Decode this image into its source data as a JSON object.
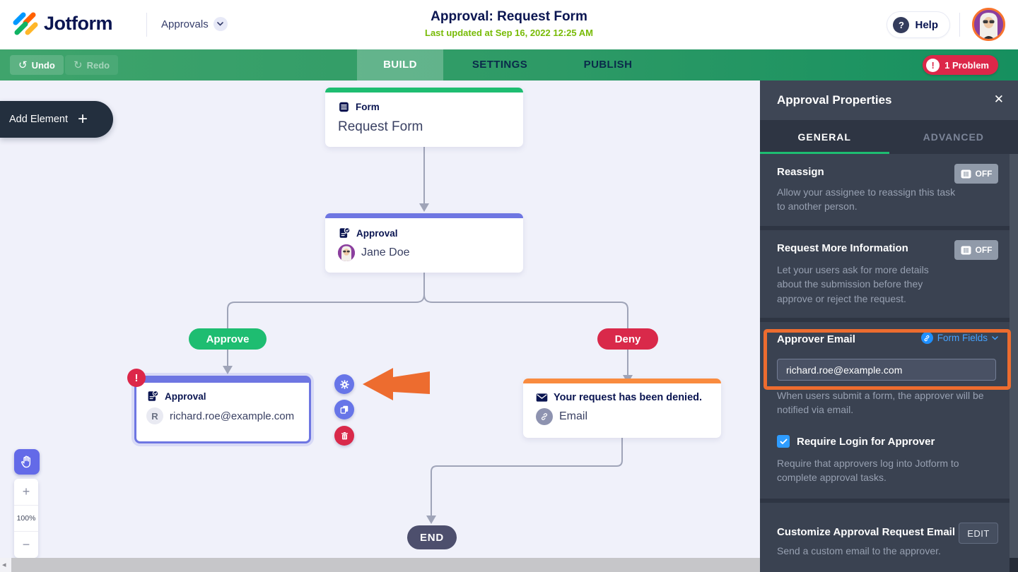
{
  "header": {
    "brand": "Jotform",
    "nav_label": "Approvals",
    "title": "Approval: Request Form",
    "subtitle": "Last updated at Sep 16, 2022 12:25 AM",
    "help_label": "Help"
  },
  "toolbar": {
    "undo_label": "Undo",
    "redo_label": "Redo",
    "tabs": [
      "BUILD",
      "SETTINGS",
      "PUBLISH"
    ],
    "problem_badge": "1 Problem"
  },
  "canvas": {
    "add_element_label": "Add Element",
    "zoom_level": "100%",
    "nodes": {
      "form": {
        "type_label": "Form",
        "title": "Request Form"
      },
      "approval_jane": {
        "type_label": "Approval",
        "assignee": "Jane Doe"
      },
      "approval_richard": {
        "type_label": "Approval",
        "assignee": "richard.roe@example.com",
        "avatar_initial": "R"
      },
      "email": {
        "title": "Your request has been denied.",
        "channel": "Email"
      }
    },
    "branches": {
      "approve": "Approve",
      "deny": "Deny"
    },
    "end_label": "END"
  },
  "panel": {
    "title": "Approval Properties",
    "tabs": {
      "general": "GENERAL",
      "advanced": "ADVANCED"
    },
    "reassign": {
      "title": "Reassign",
      "toggle": "OFF",
      "description": "Allow your assignee to reassign this task to another person."
    },
    "request_more_info": {
      "title": "Request More Information",
      "toggle": "OFF",
      "description": "Let your users ask for more details about the submission before they approve or reject the request."
    },
    "approver_email": {
      "title": "Approver Email",
      "form_fields_label": "Form Fields",
      "value": "richard.roe@example.com",
      "description": "When users submit a form, the approver will be notified via email."
    },
    "require_login": {
      "title": "Require Login for Approver",
      "description": "Require that approvers log into Jotform to complete approval tasks."
    },
    "customize_email": {
      "title": "Customize Approval Request Email",
      "button": "EDIT",
      "description": "Send a custom email to the approver."
    }
  },
  "icons": {
    "undo": "↺",
    "redo": "↻",
    "help": "?",
    "problem": "!",
    "warning": "!",
    "close": "✕",
    "plus": "+",
    "minus": "−",
    "scroll_left": "◂"
  },
  "colors": {
    "green": "#1EBD71",
    "lime": "#78BB07",
    "indigo": "#6E76E2",
    "red": "#DC2749",
    "orange_bar": "#F98B3F",
    "highlight_orange": "#ED6C2F",
    "blue": "#2E9CFF",
    "navy": "#0A1551"
  }
}
